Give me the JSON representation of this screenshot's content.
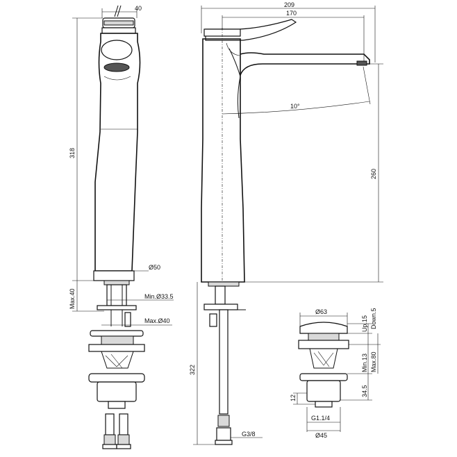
{
  "dimensions": {
    "side_top_width": "40",
    "side_height": "318",
    "side_base_dia": "Ø50",
    "side_max_40": "Max.40",
    "side_min_33_5": "Min.Ø33.5",
    "side_max_dia_40": "Max.Ø40",
    "front_total_width": "209",
    "front_spout_reach": "170",
    "front_angle": "10°",
    "front_height": "260",
    "front_hose_length": "322",
    "front_hose_thread": "G3/8",
    "waste_cap_dia": "Ø63",
    "waste_up_15": "Up.15",
    "waste_down_5": "Down.5",
    "waste_min_13": "Min.13",
    "waste_max_80": "Max.80",
    "waste_34_5": "34.5",
    "waste_12": "12",
    "waste_thread": "G1.1/4",
    "waste_bottom_dia": "Ø45"
  }
}
